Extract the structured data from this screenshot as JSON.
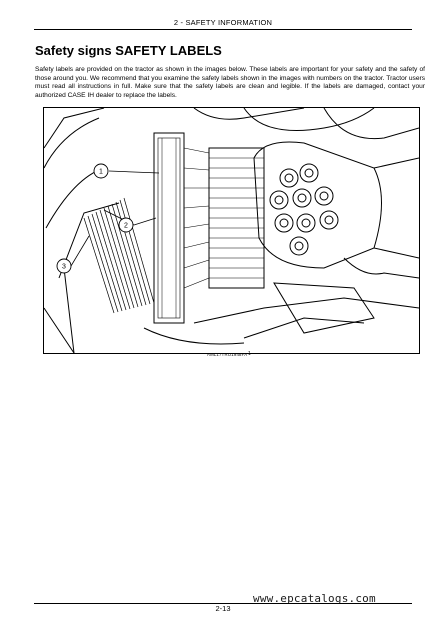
{
  "header": {
    "title": "2 - SAFETY INFORMATION"
  },
  "section": {
    "title": "Safety signs SAFETY LABELS",
    "intro": "Safety labels are provided on the tractor as shown in the images below. These labels are important for your safety and the safety of those around you. We recommend that you examine the safety labels shown in the images with numbers on the tractor. Tractor users must read all instructions in full. Make sure that the safety labels are clean and legible. If the labels are damaged, contact your authorized CASE IH dealer to replace the labels."
  },
  "figure": {
    "callouts": [
      "1",
      "2",
      "3"
    ],
    "code": "AML17TRO1948FA",
    "number": "1"
  },
  "footer": {
    "page_number": "2-13"
  },
  "watermark": {
    "text": "www.epcatalogs.com"
  }
}
